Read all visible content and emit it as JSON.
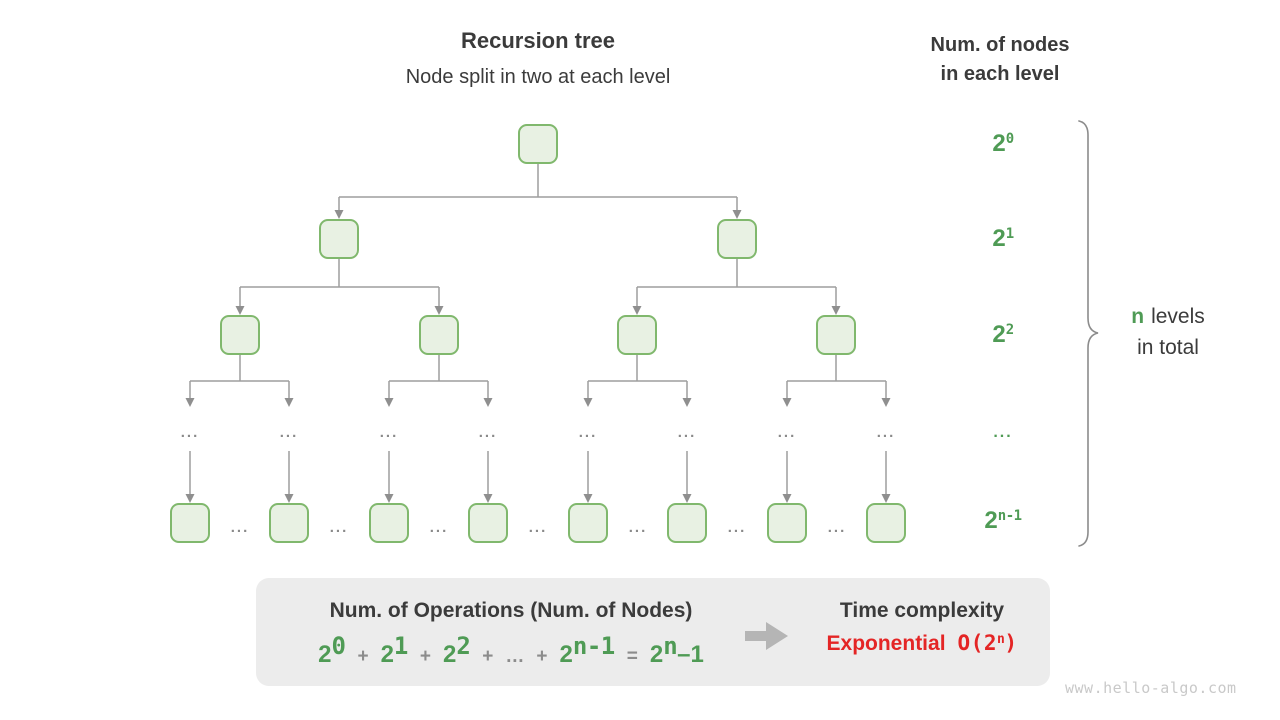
{
  "header": {
    "title": "Recursion tree",
    "subtitle": "Node split in two at each level"
  },
  "right_header": {
    "line1": "Num. of nodes",
    "line2": "in each level"
  },
  "levels": [
    {
      "base": "2",
      "exp": "0"
    },
    {
      "base": "2",
      "exp": "1"
    },
    {
      "base": "2",
      "exp": "2"
    },
    {
      "ellipsis": "..."
    },
    {
      "base": "2",
      "exp": "n-1"
    }
  ],
  "side_note": {
    "n": "n",
    "line1": "levels",
    "line2": "in total"
  },
  "tree": {
    "ellipsis": "..."
  },
  "summary_box": {
    "title": "Num. of Operations (Num. of Nodes)",
    "formula": {
      "terms": [
        {
          "base": "2",
          "exp": "0"
        },
        {
          "base": "2",
          "exp": "1"
        },
        {
          "base": "2",
          "exp": "2"
        }
      ],
      "plus": "+",
      "ellipsis": "…",
      "last_term": {
        "base": "2",
        "exp": "n-1"
      },
      "equals": "=",
      "result": {
        "base": "2",
        "exp": "n",
        "tail": "–1"
      }
    },
    "right": {
      "title": "Time complexity",
      "label": "Exponential",
      "complexity": {
        "prefix": "O(2",
        "exp": "n",
        "suffix": ")"
      }
    }
  },
  "watermark": "www.hello-algo.com",
  "colors": {
    "node_fill": "#E8F1E3",
    "node_border": "#80B86D",
    "edge_gray": "#9E9E9E",
    "arrowhead_gray": "#8F8F8F",
    "green_text": "#4F9B55",
    "red_text": "#E42525",
    "dark_text": "#3B3B3B",
    "operator_gray": "#8C8C8C",
    "box_bg": "#ECECEC",
    "watermark_gray": "#C9C9C9"
  }
}
